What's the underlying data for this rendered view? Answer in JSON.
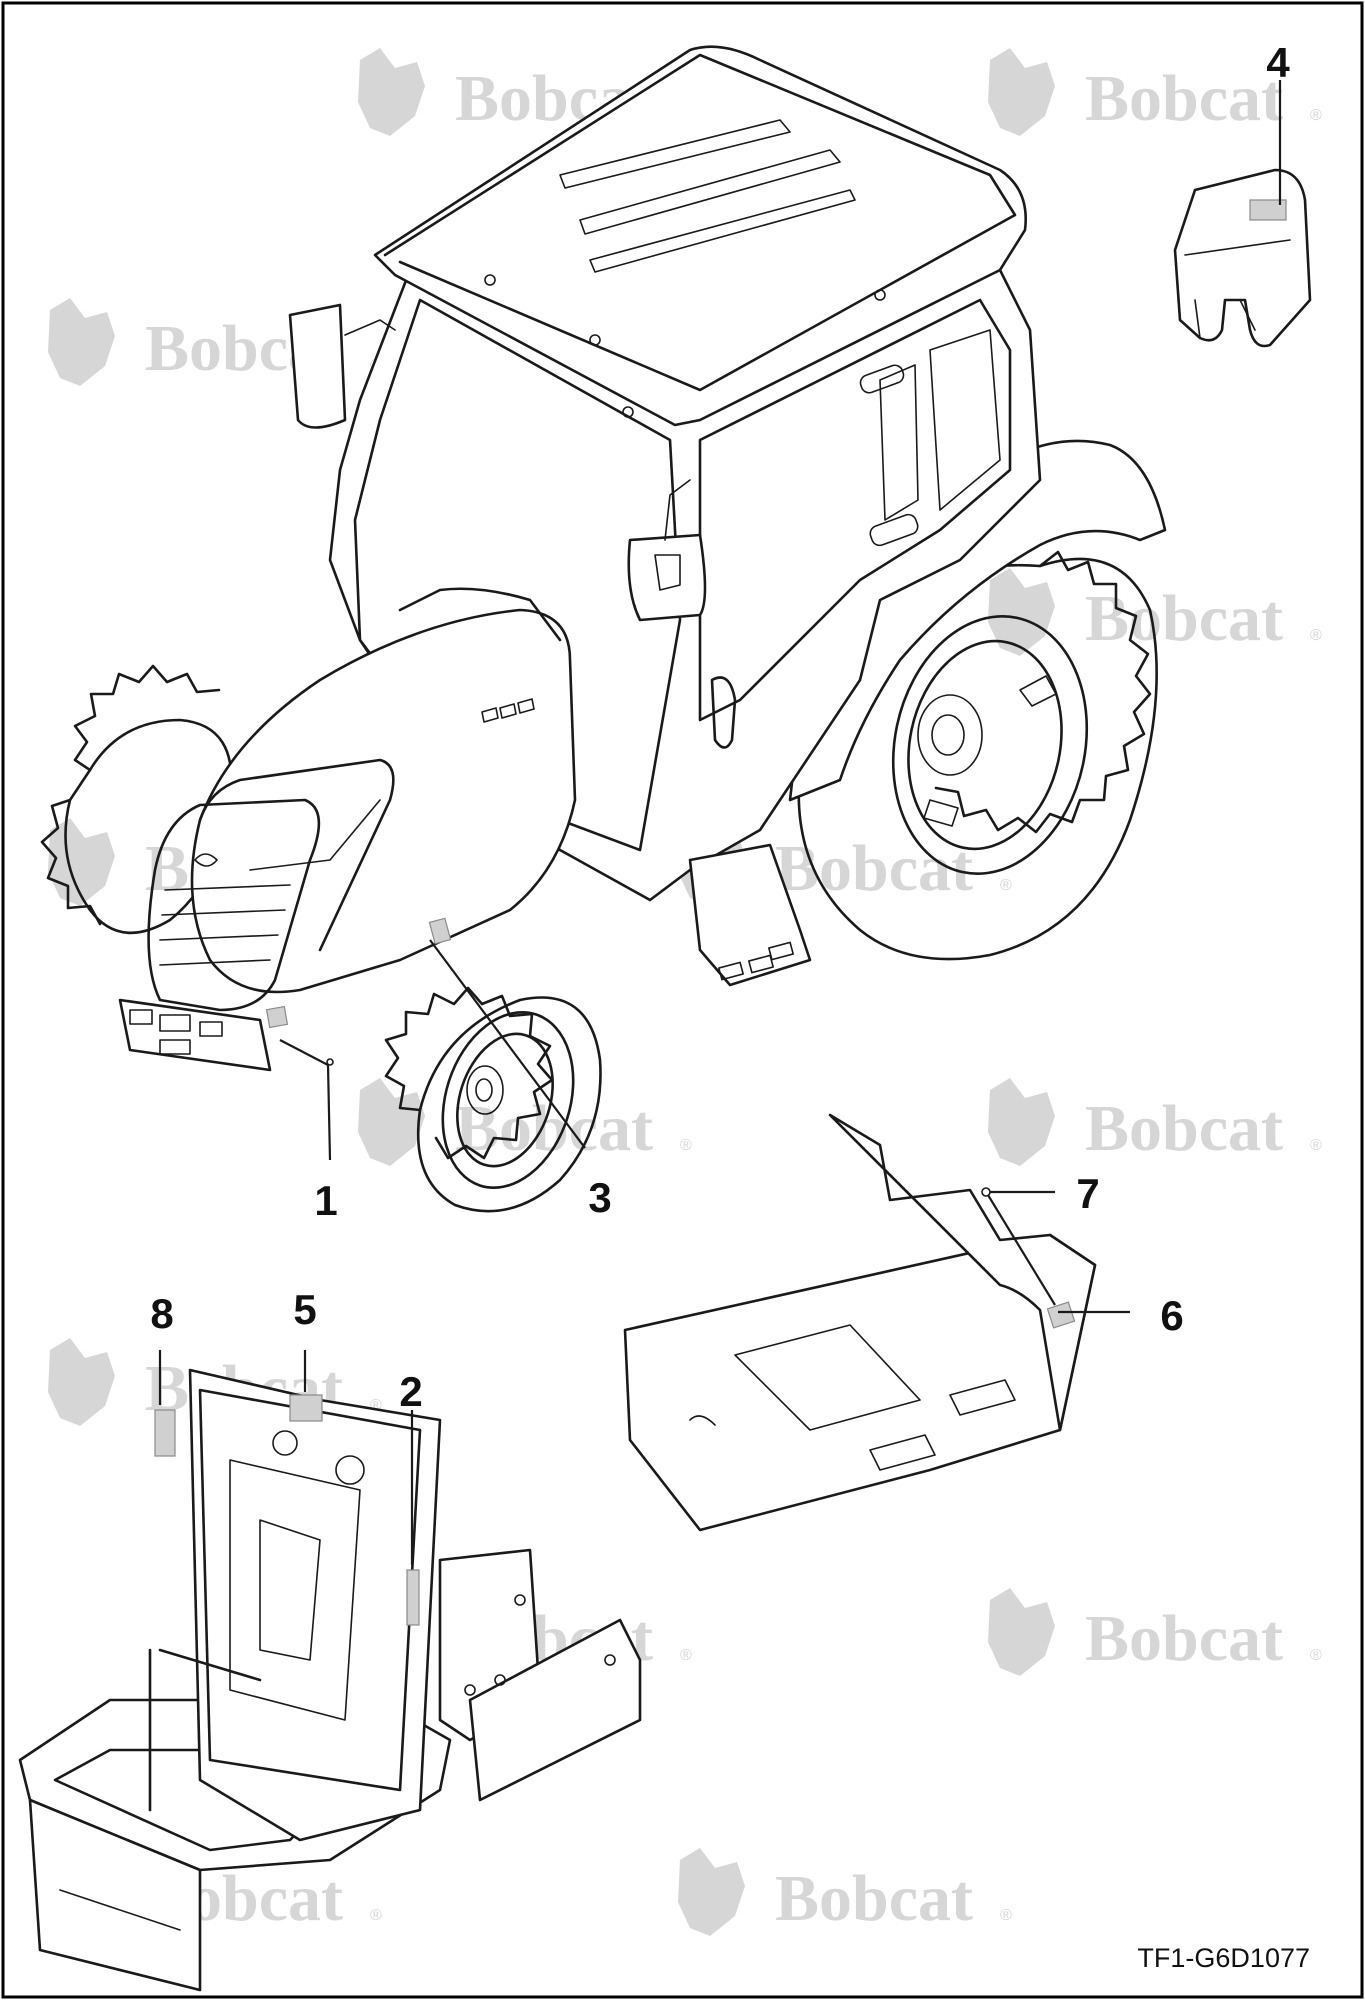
{
  "figure": {
    "drawing_code": "TF1-G6D1077",
    "watermark_text": "Bobcat",
    "watermark_mark": "®",
    "callouts": [
      "1",
      "2",
      "3",
      "4",
      "5",
      "6",
      "7",
      "8"
    ]
  },
  "colors": {
    "line": "#1a1a1a",
    "decal": "#d0d0d0",
    "watermark": "#d6d6d6",
    "border": "#000000"
  }
}
